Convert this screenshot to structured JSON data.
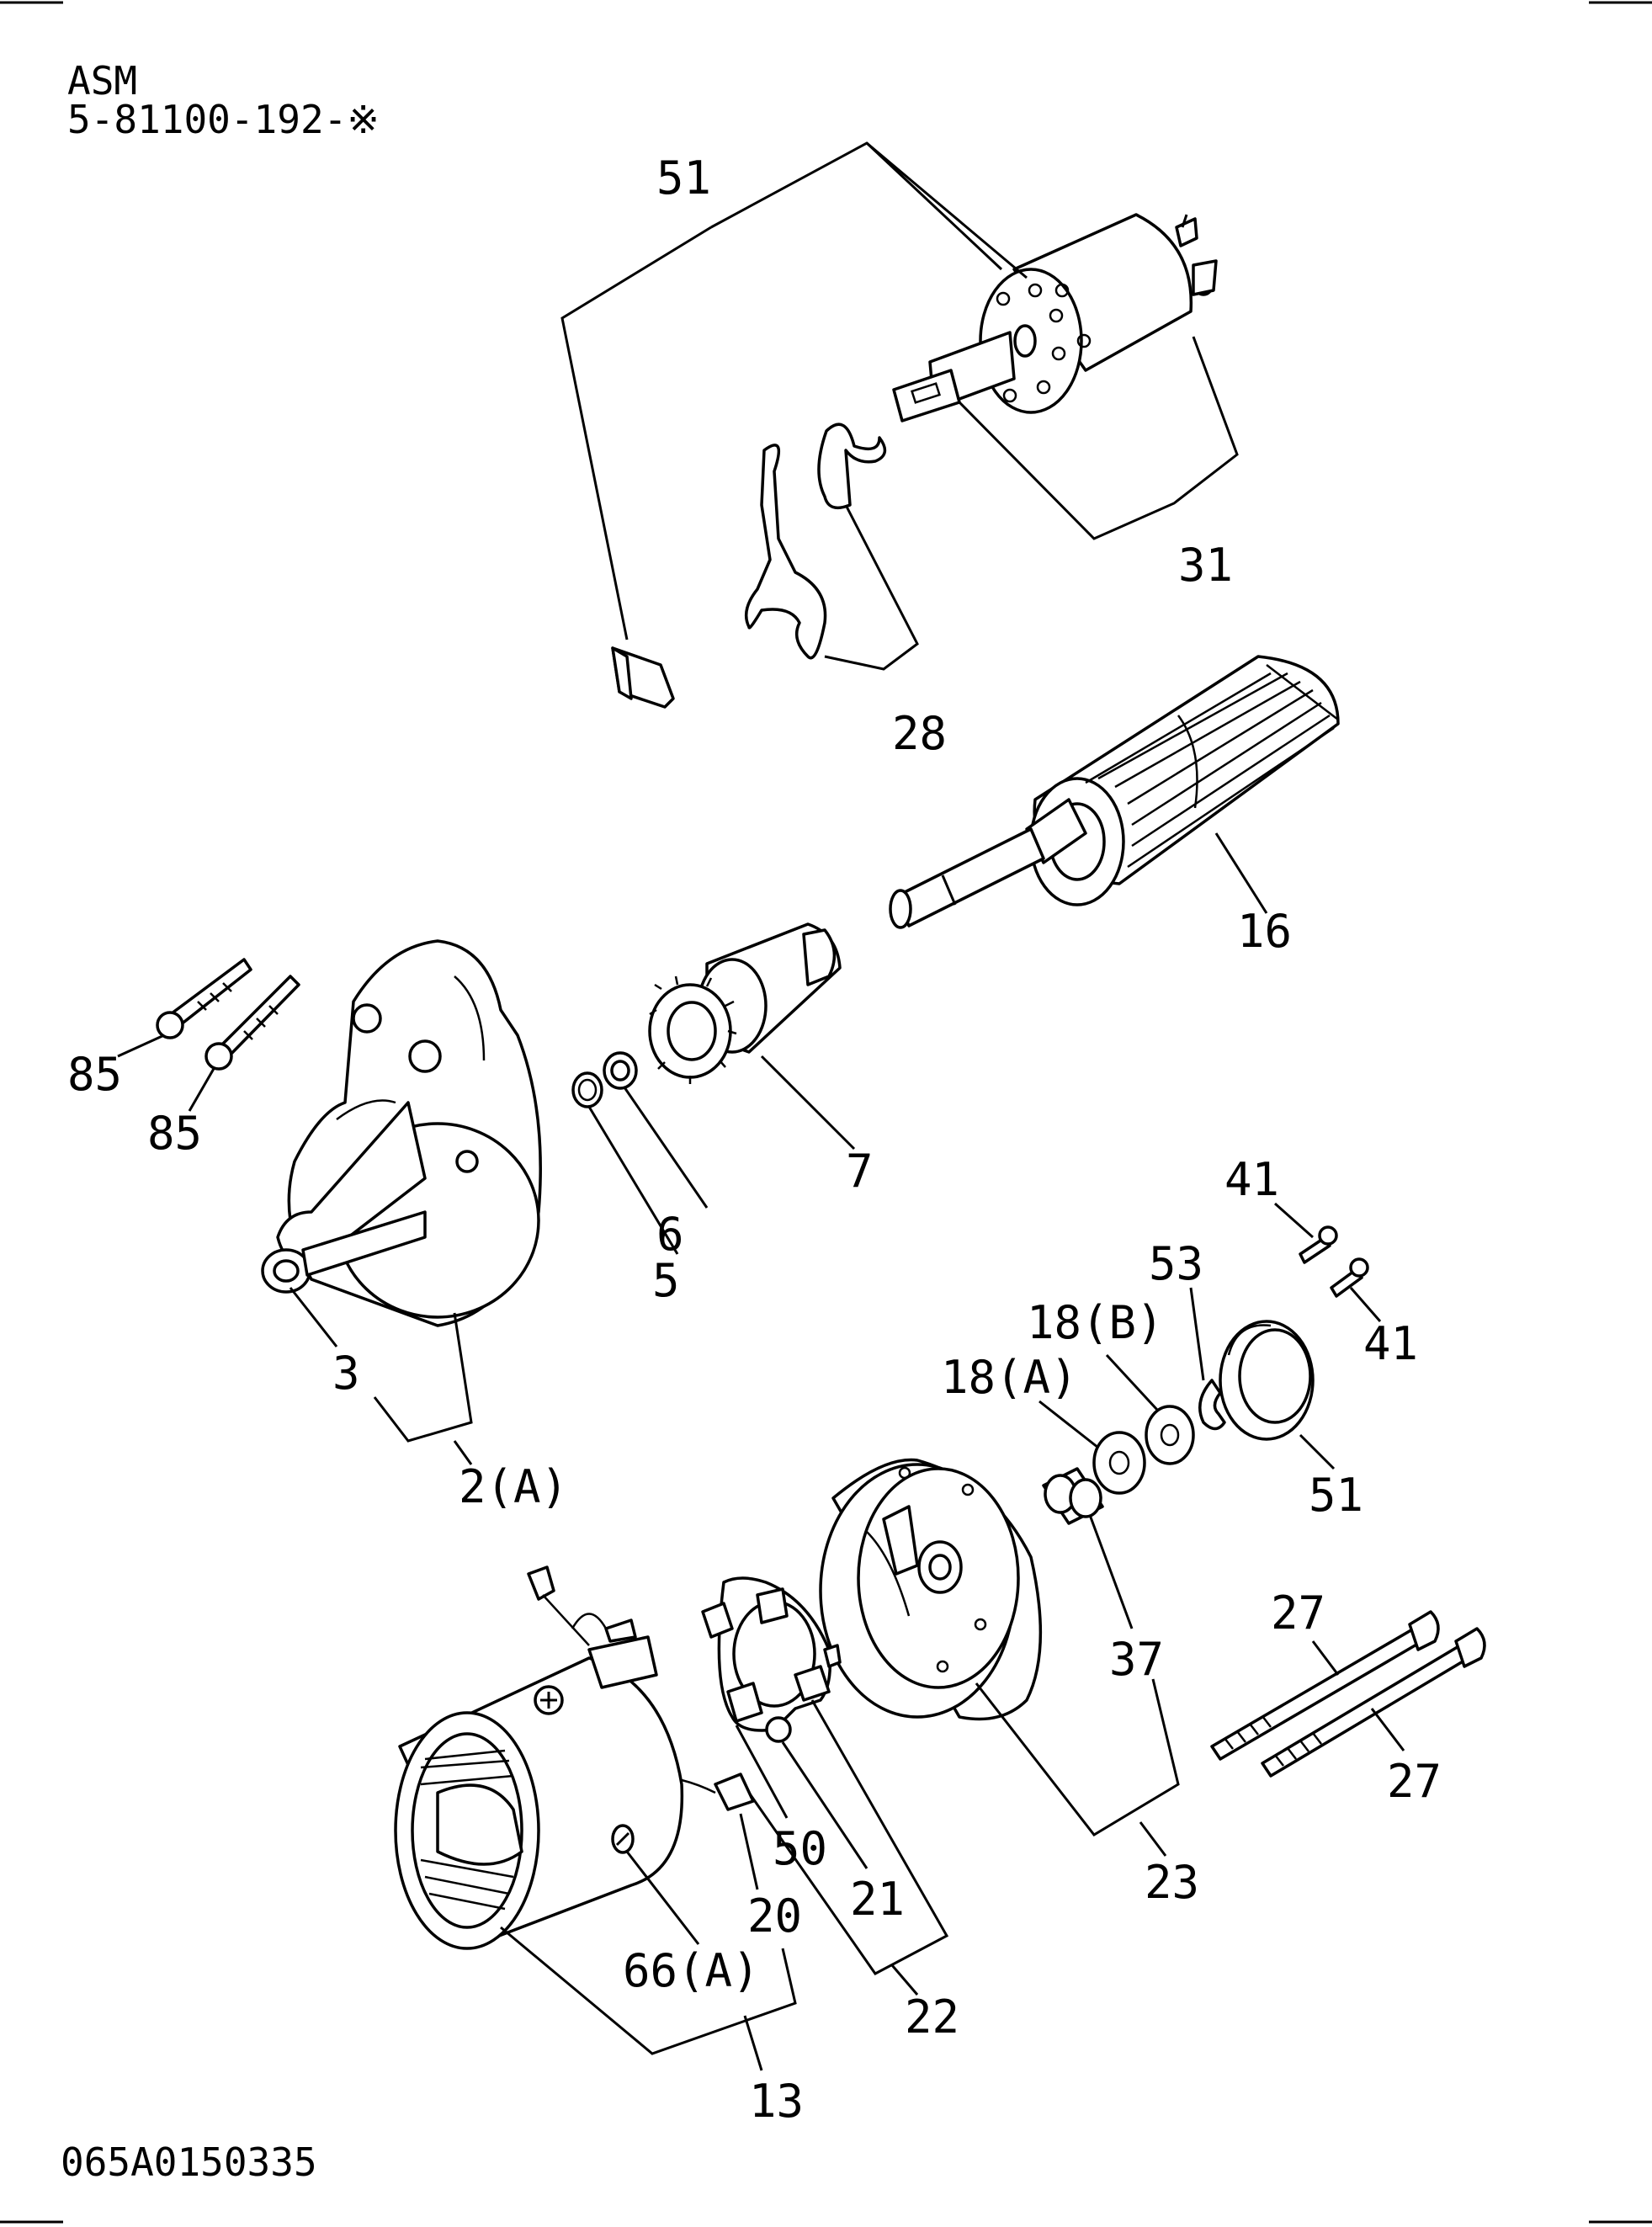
{
  "header": {
    "line1": "ASM",
    "line2": "5-81100-192-※"
  },
  "footer": {
    "code": "065A0150335"
  },
  "callouts": {
    "c51_top": "51",
    "c31": "31",
    "c28": "28",
    "c16": "16",
    "c85_a": "85",
    "c85_b": "85",
    "c7": "7",
    "c6": "6",
    "c5": "5",
    "c3": "3",
    "c2A": "2(A)",
    "c41_a": "41",
    "c41_b": "41",
    "c53": "53",
    "c18B": "18(B)",
    "c18A": "18(A)",
    "c51_bottom": "51",
    "c37": "37",
    "c27_a": "27",
    "c27_b": "27",
    "c23": "23",
    "c50": "50",
    "c21": "21",
    "c22": "22",
    "c20": "20",
    "c66A": "66(A)",
    "c13": "13"
  },
  "parts": [
    "solenoid-switch",
    "plunger-spring-clip",
    "shift-lever",
    "armature",
    "pinion-clutch",
    "drive-housing",
    "yoke",
    "brush-holder",
    "rear-cover",
    "through-bolt",
    "bushing",
    "washer",
    "e-ring",
    "dust-cover",
    "screw",
    "bolt"
  ]
}
